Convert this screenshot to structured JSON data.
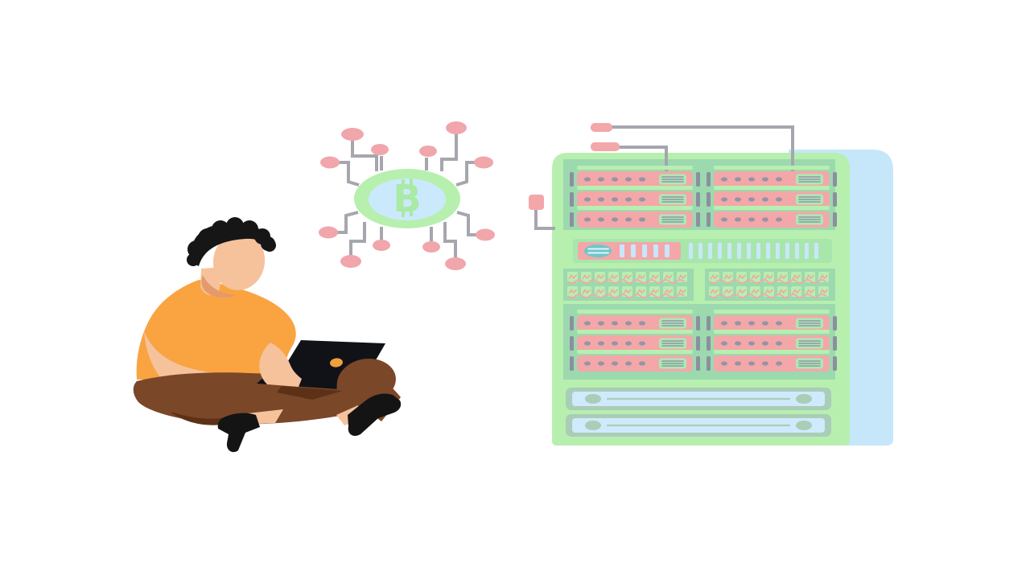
{
  "meta": {
    "description": "Flat vector illustration: a man sitting cross-legged working on a laptop, beside a bitcoin circuit-network emblem connected by cables to a crypto-mining server rack",
    "background": "#ffffff"
  },
  "bitcoin": {
    "symbol": "B",
    "icon_name": "bitcoin-network-icon",
    "node_count": 12
  },
  "server_rack": {
    "icon_name": "server-rack",
    "top_bay_servers": 6,
    "bottom_bay_servers": 6,
    "module_panels": 2,
    "modules_per_row": 9,
    "module_rows_per_panel": 2,
    "status_bars": 14,
    "drawers": 2,
    "cable_connectors": 3
  },
  "person": {
    "icon_name": "man-with-laptop",
    "pose": "sitting cross-legged",
    "device": "laptop"
  },
  "colors": {
    "background": "#ffffff",
    "lightGreen": "#b7efaf",
    "innerGreen": "#9cd9ae",
    "midGreen": "#a9e6ab",
    "pink": "#f3a7a9",
    "dotGray": "#9295a6",
    "capGray": "#8b8fa0",
    "ventGreen": "#ace9b4",
    "blueSide": "#c6e6fa",
    "blueLight": "#cfeafc",
    "drawerFrame": "#a9cdb7",
    "barBlue": "#c9e6fa",
    "tealOval": "#6fc7ca",
    "cableGray": "#a6a6ae",
    "nodePink": "#f0a6ab",
    "ringGreen": "#b7efaf",
    "coinBlue": "#cbe9fc",
    "coinSymbol": "#a9eaa4",
    "skin": "#f6c29c",
    "skinShadow": "#e6996a",
    "hair": "#161616",
    "shirt": "#f9a441",
    "pants": "#7b4729",
    "pantsDark": "#5d3116",
    "shoe": "#141414",
    "laptop": "#101218",
    "laptopLogo": "#f0a03c"
  }
}
